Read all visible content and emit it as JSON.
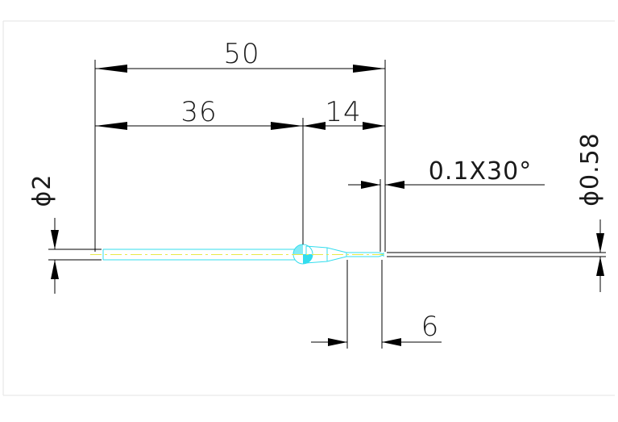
{
  "drawing": {
    "dimensions": {
      "overall_length": "50",
      "body_length": "36",
      "neck_length": "14",
      "tip_length": "6",
      "chamfer": "0.1X30°",
      "body_diameter": "ϕ2",
      "tip_diameter": "ϕ0.58"
    },
    "colors": {
      "dimension": "#000000",
      "part_outline": "#33ddee",
      "centerline": "#e8e84a",
      "background": "#ffffff"
    }
  }
}
